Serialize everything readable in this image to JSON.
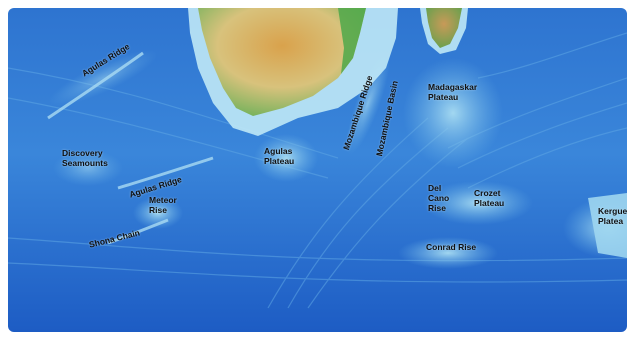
{
  "map": {
    "labels": {
      "agulhas_ridge_top": "Agulas Ridge",
      "discovery_seamounts": "Discovery\nSeamounts",
      "agulhas_ridge": "Agulas Ridge",
      "meteor_rise": "Meteor\nRise",
      "shona_chain": "Shona Chain",
      "agulhas_plateau": "Agulas\nPlateau",
      "mozambique_ridge": "Mozambique Ridge",
      "mozambique_basin": "Mozambique Basin",
      "madagascar_plateau": "Madagaskar\nPlateau",
      "del_cano_rise": "Del\nCano\nRise",
      "crozet_plateau": "Crozet\nPlateau",
      "conrad_rise": "Conrad Rise",
      "kerguelen_plateau": "Kergue\nPlatea"
    },
    "colors": {
      "deep_ocean": "#1e5fc4",
      "mid_ocean": "#3d86d8",
      "shallow_ocean": "#7cc4ea",
      "shelf": "#c8ecf7",
      "land_low": "#4fa84a",
      "land_mid": "#d7c47a",
      "land_high": "#c98a3a"
    }
  }
}
